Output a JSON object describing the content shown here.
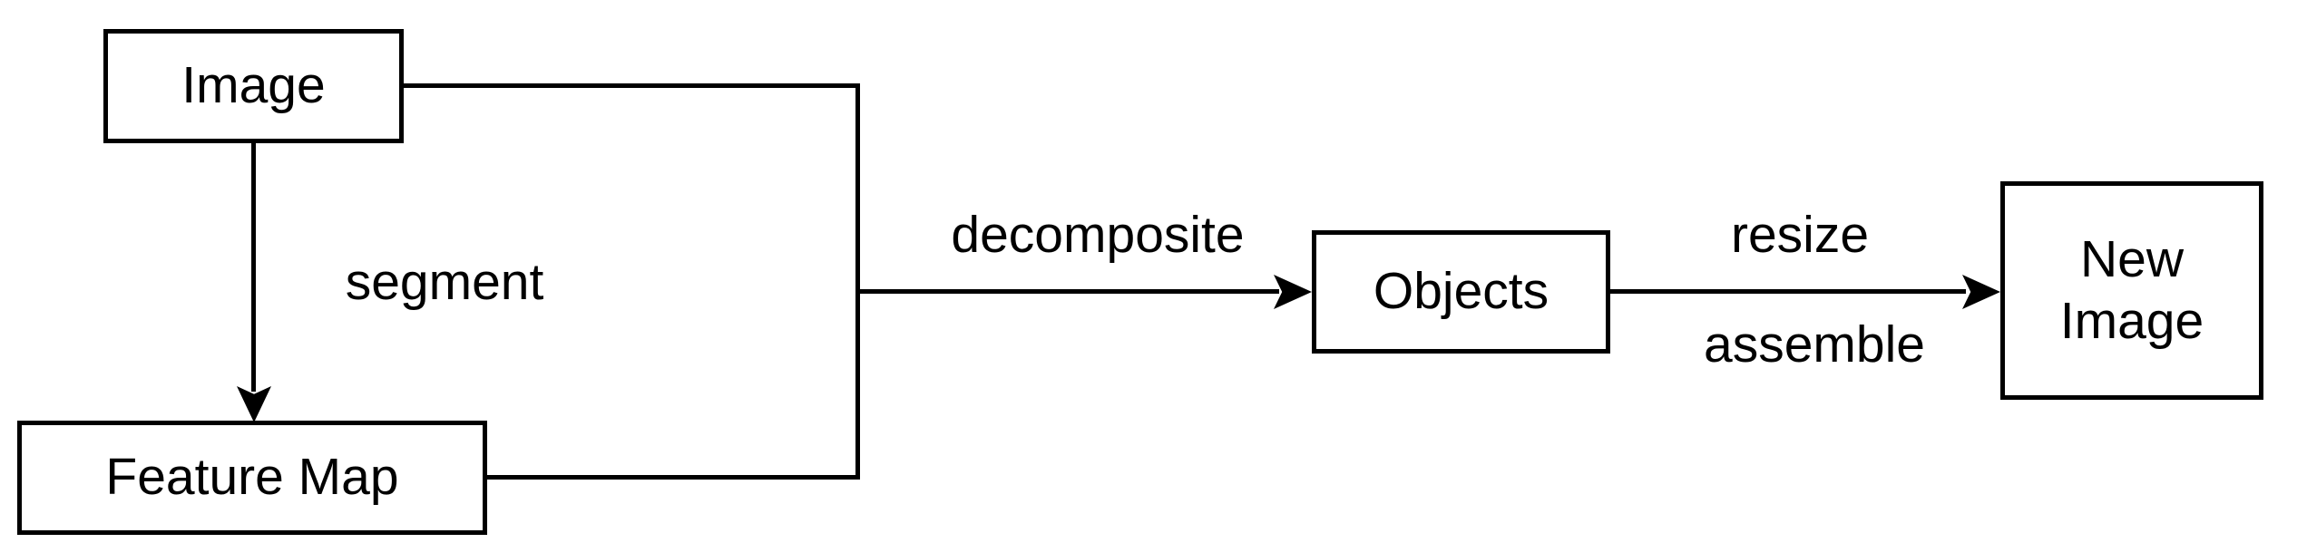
{
  "diagram": {
    "title": "image decomposition flowchart",
    "colors": {
      "background": "#ffffff",
      "line": "#000000",
      "text": "#000000"
    },
    "nodes": {
      "image": {
        "label": "Image"
      },
      "feature_map": {
        "label": "Feature Map"
      },
      "objects": {
        "label": "Objects"
      },
      "new_image": {
        "label": "New Image"
      }
    },
    "edges": {
      "segment": {
        "from": "Image",
        "to": "Feature Map",
        "label": "segment"
      },
      "decomposite": {
        "from": "Image + Feature Map",
        "to": "Objects",
        "label": "decomposite"
      },
      "resize_assemble": {
        "from": "Objects",
        "to": "New Image",
        "label_above": "resize",
        "label_below": "assemble"
      }
    }
  }
}
